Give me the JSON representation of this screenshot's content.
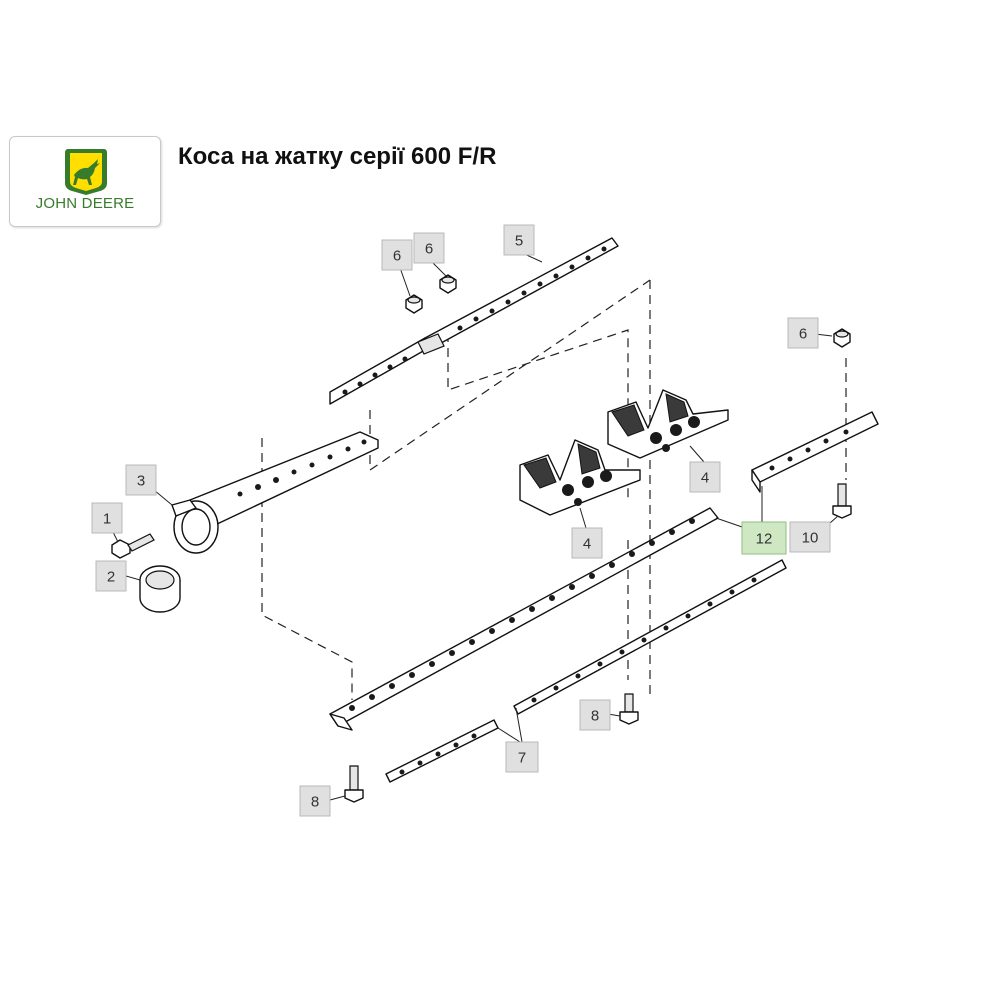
{
  "title": "Коса на жатку серії 600 F/R",
  "brand": {
    "logo_text": "JOHN DEERE",
    "colors": {
      "green": "#367C2B",
      "yellow": "#FFDE00"
    }
  },
  "callouts": {
    "c1": "1",
    "c2": "2",
    "c3": "3",
    "c4a": "4",
    "c4b": "4",
    "c5": "5",
    "c6a": "6",
    "c6b": "6",
    "c6c": "6",
    "c7": "7",
    "c8a": "8",
    "c8b": "8",
    "c10": "10",
    "c12": "12"
  },
  "highlight_color": "#cfe8c3"
}
